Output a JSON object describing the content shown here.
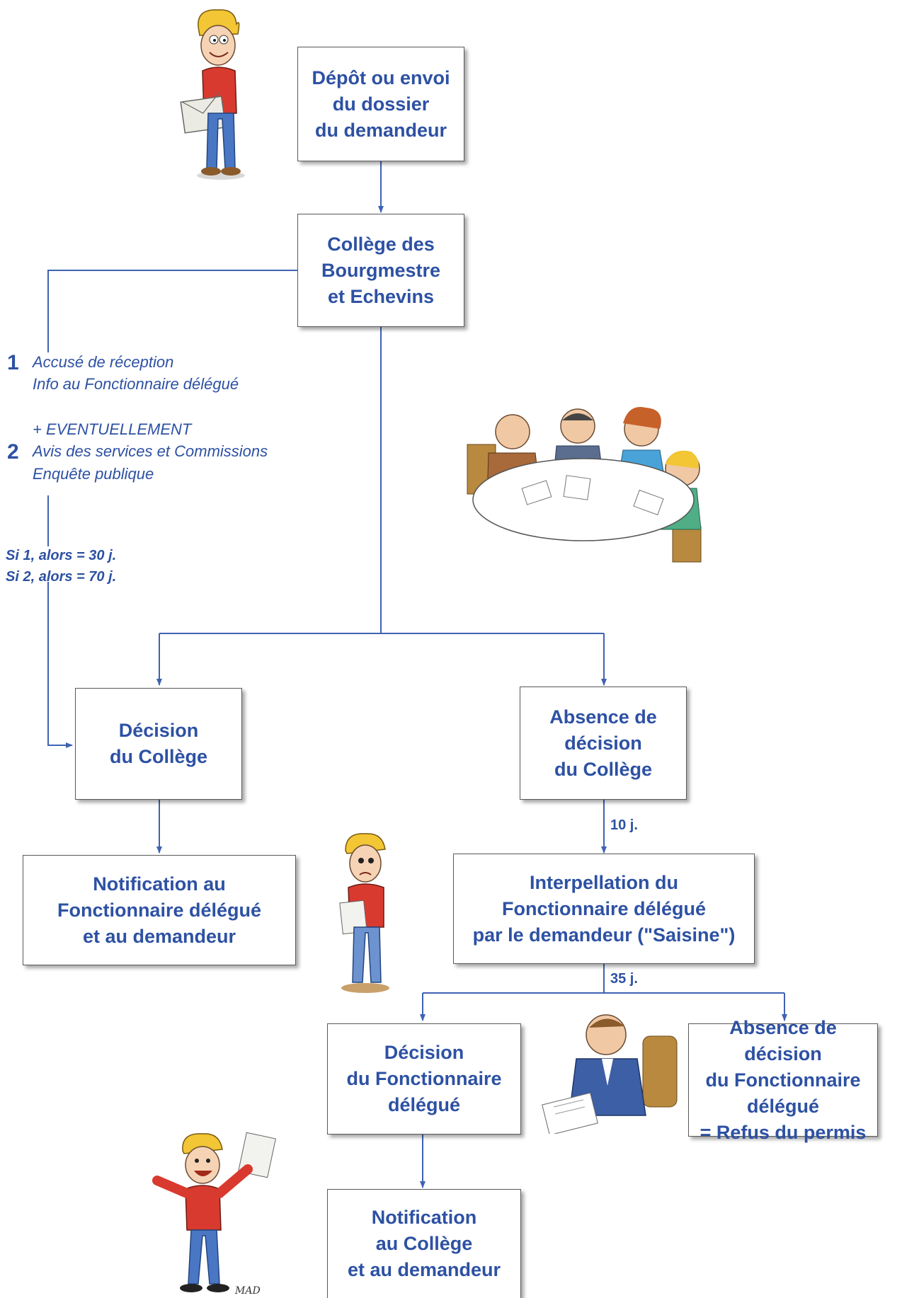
{
  "colors": {
    "text": "#2d51a3",
    "line": "#3f63b3",
    "box_border": "#5a5a5a"
  },
  "boxes": {
    "depot": "Dépôt ou envoi\ndu dossier\ndu demandeur",
    "college": "Collège des\nBourgmestre\net Echevins",
    "decision_college": "Décision\ndu Collège",
    "absence_college": "Absence de\ndécision\ndu Collège",
    "notification_fonctionnaire": "Notification au\nFonctionnaire délégué\net au demandeur",
    "interpellation": "Interpellation du\nFonctionnaire délégué\npar le demandeur (\"Saisine\")",
    "decision_fonctionnaire": "Décision\ndu Fonctionnaire\ndélégué",
    "absence_fonctionnaire": "Absence de décision\ndu Fonctionnaire\ndélégué\n= Refus du permis",
    "notification_college": "Notification\nau Collège\net au demandeur"
  },
  "notes": {
    "step1_number": "1",
    "step1_line1": "Accusé de réception",
    "step1_line2": "Info au Fonctionnaire délégué",
    "eventuellement": "+ EVENTUELLEMENT",
    "step2_number": "2",
    "step2_line1": "Avis des services et Commissions",
    "step2_line2": "Enquête publique",
    "cond1": "Si 1, alors = 30 j.",
    "cond2": "Si 2, alors = 70 j."
  },
  "delays": {
    "d10": "10 j.",
    "d35": "35 j."
  },
  "illustrations": [
    "man-with-envelope",
    "meeting-table",
    "sad-man-with-paper",
    "official-signing",
    "happy-man-with-paper"
  ],
  "signature": "MAD"
}
